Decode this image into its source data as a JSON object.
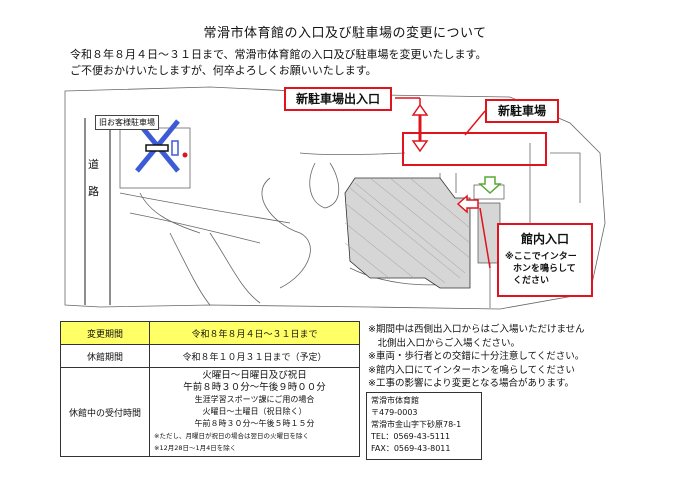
{
  "title": "常滑市体育館の入口及び駐車場の変更について",
  "intro": [
    "令和８年８月４日～３１日まで、常滑市体育館の入口及び駐車場を変更いたします。",
    "ご不便おかけいたしますが、何卒よろしくお願いいたします。"
  ],
  "map": {
    "old_parking": "旧お客様駐車場",
    "road_1": "道",
    "road_2": "路",
    "new_parking_exit": "新駐車場出入口",
    "new_parking": "新駐車場",
    "building_entrance": "館内入口",
    "intercom_1": "※ここでインター",
    "intercom_2": "ホンを鳴らして",
    "intercom_3": "ください"
  },
  "schedule": {
    "change_period_label": "変更期間",
    "change_period_value": "令和８年８月４日～３１日まで",
    "closed_label": "休館期間",
    "closed_value": "令和８年１０月３１日まで（予定）",
    "reception_label": "休館中の受付時間",
    "reception_line1": "火曜日～日曜日及び祝日",
    "reception_line2": "午前８時３０分～午後９時００分",
    "reception_line3": "生涯学習スポーツ課にご用の場合",
    "reception_line4": "火曜日～土曜日（祝日除く）",
    "reception_line5": "午前８時３０分～午後５時１５分",
    "reception_note1": "※ただし、月曜日が祝日の場合は翌日の火曜日を除く",
    "reception_note2": "※12月28日～1月4日を除く"
  },
  "notes": [
    "※期間中は西側出入口からはご入場いただけません",
    "　北側出入口からご入場ください。",
    "※車両・歩行者との交錯に十分注意してください。",
    "※館内入口にてインターホンを鳴らしてください",
    "※工事の影響により変更となる場合があります。"
  ],
  "contact": {
    "name": "常滑市体育館",
    "postal": "〒479-0003",
    "address": "常滑市金山字下砂原78-1",
    "tel": "TEL：0569-43-5111",
    "fax": "FAX：0569-43-8011"
  },
  "colors": {
    "red": "#e0141c",
    "blue": "#3d5bd6",
    "green": "#5aa832",
    "yellow": "#ffff66"
  }
}
